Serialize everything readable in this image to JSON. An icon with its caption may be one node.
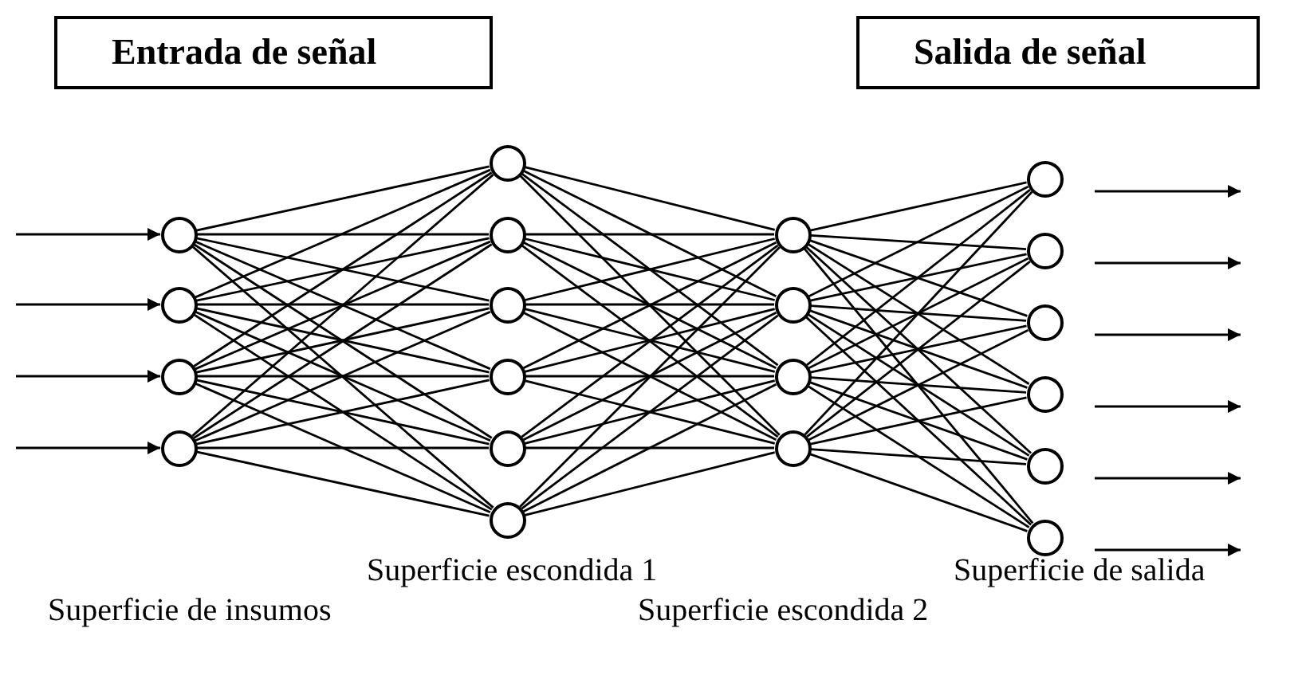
{
  "diagram": {
    "nodes": [
      {
        "text": [
          "Entrada de señal"
        ]
      },
      {
        "text": [
          "Salida de señal"
        ]
      },
      {
        "text": [],
        "shape": "circle"
      },
      {
        "text": [],
        "shape": "circle"
      },
      {
        "text": [],
        "shape": "circle"
      },
      {
        "text": [],
        "shape": "circle"
      },
      {
        "text": [],
        "shape": "circle"
      },
      {
        "text": [],
        "shape": "circle"
      },
      {
        "text": [],
        "shape": "circle"
      },
      {
        "text": [],
        "shape": "circle"
      },
      {
        "text": [],
        "shape": "circle"
      },
      {
        "text": [],
        "shape": "circle"
      },
      {
        "text": [],
        "shape": "circle"
      },
      {
        "text": [],
        "shape": "circle"
      },
      {
        "text": [],
        "shape": "circle"
      },
      {
        "text": [],
        "shape": "circle"
      },
      {
        "text": [],
        "shape": "circle"
      },
      {
        "text": [],
        "shape": "circle"
      },
      {
        "text": [],
        "shape": "circle"
      },
      {
        "text": [],
        "shape": "circle"
      },
      {
        "text": [],
        "shape": "circle"
      },
      {
        "text": [],
        "shape": "circle"
      }
    ],
    "edges": [
      {
        "from": null,
        "to": 2,
        "arrow": "to"
      },
      {
        "from": null,
        "to": 3,
        "arrow": "to"
      },
      {
        "from": null,
        "to": 4,
        "arrow": "to"
      },
      {
        "from": null,
        "to": 5,
        "arrow": "to"
      },
      {
        "from": 2,
        "to": 6,
        "arrow": "none"
      },
      {
        "from": 2,
        "to": 7,
        "arrow": "none"
      },
      {
        "from": 2,
        "to": 8,
        "arrow": "none"
      },
      {
        "from": 2,
        "to": 9,
        "arrow": "none"
      },
      {
        "from": 2,
        "to": 10,
        "arrow": "none"
      },
      {
        "from": 2,
        "to": 11,
        "arrow": "none"
      },
      {
        "from": 3,
        "to": 6,
        "arrow": "none"
      },
      {
        "from": 3,
        "to": 7,
        "arrow": "none"
      },
      {
        "from": 3,
        "to": 8,
        "arrow": "none"
      },
      {
        "from": 3,
        "to": 9,
        "arrow": "none"
      },
      {
        "from": 3,
        "to": 10,
        "arrow": "none"
      },
      {
        "from": 3,
        "to": 11,
        "arrow": "none"
      },
      {
        "from": 4,
        "to": 6,
        "arrow": "none"
      },
      {
        "from": 4,
        "to": 7,
        "arrow": "none"
      },
      {
        "from": 4,
        "to": 8,
        "arrow": "none"
      },
      {
        "from": 4,
        "to": 9,
        "arrow": "none"
      },
      {
        "from": 4,
        "to": 10,
        "arrow": "none"
      },
      {
        "from": 4,
        "to": 11,
        "arrow": "none"
      },
      {
        "from": 5,
        "to": 6,
        "arrow": "none"
      },
      {
        "from": 5,
        "to": 7,
        "arrow": "none"
      },
      {
        "from": 5,
        "to": 8,
        "arrow": "none"
      },
      {
        "from": 5,
        "to": 9,
        "arrow": "none"
      },
      {
        "from": 5,
        "to": 10,
        "arrow": "none"
      },
      {
        "from": 5,
        "to": 11,
        "arrow": "none"
      },
      {
        "from": 6,
        "to": 12,
        "arrow": "none"
      },
      {
        "from": 6,
        "to": 13,
        "arrow": "none"
      },
      {
        "from": 6,
        "to": 14,
        "arrow": "none"
      },
      {
        "from": 6,
        "to": 15,
        "arrow": "none"
      },
      {
        "from": 7,
        "to": 12,
        "arrow": "none"
      },
      {
        "from": 7,
        "to": 13,
        "arrow": "none"
      },
      {
        "from": 7,
        "to": 14,
        "arrow": "none"
      },
      {
        "from": 7,
        "to": 15,
        "arrow": "none"
      },
      {
        "from": 8,
        "to": 12,
        "arrow": "none"
      },
      {
        "from": 8,
        "to": 13,
        "arrow": "none"
      },
      {
        "from": 8,
        "to": 14,
        "arrow": "none"
      },
      {
        "from": 8,
        "to": 15,
        "arrow": "none"
      },
      {
        "from": 9,
        "to": 12,
        "arrow": "none"
      },
      {
        "from": 9,
        "to": 13,
        "arrow": "none"
      },
      {
        "from": 9,
        "to": 14,
        "arrow": "none"
      },
      {
        "from": 9,
        "to": 15,
        "arrow": "none"
      },
      {
        "from": 10,
        "to": 12,
        "arrow": "none"
      },
      {
        "from": 10,
        "to": 13,
        "arrow": "none"
      },
      {
        "from": 10,
        "to": 14,
        "arrow": "none"
      },
      {
        "from": 10,
        "to": 15,
        "arrow": "none"
      },
      {
        "from": 11,
        "to": 12,
        "arrow": "none"
      },
      {
        "from": 11,
        "to": 13,
        "arrow": "none"
      },
      {
        "from": 11,
        "to": 14,
        "arrow": "none"
      },
      {
        "from": 11,
        "to": 15,
        "arrow": "none"
      },
      {
        "from": 12,
        "to": 16,
        "arrow": "none"
      },
      {
        "from": 12,
        "to": 17,
        "arrow": "none"
      },
      {
        "from": 12,
        "to": 18,
        "arrow": "none"
      },
      {
        "from": 12,
        "to": 19,
        "arrow": "none"
      },
      {
        "from": 12,
        "to": 20,
        "arrow": "none"
      },
      {
        "from": 12,
        "to": 21,
        "arrow": "none"
      },
      {
        "from": 13,
        "to": 16,
        "arrow": "none"
      },
      {
        "from": 13,
        "to": 17,
        "arrow": "none"
      },
      {
        "from": 13,
        "to": 18,
        "arrow": "none"
      },
      {
        "from": 13,
        "to": 19,
        "arrow": "none"
      },
      {
        "from": 13,
        "to": 20,
        "arrow": "none"
      },
      {
        "from": 13,
        "to": 21,
        "arrow": "none"
      },
      {
        "from": 14,
        "to": 16,
        "arrow": "none"
      },
      {
        "from": 14,
        "to": 17,
        "arrow": "none"
      },
      {
        "from": 14,
        "to": 18,
        "arrow": "none"
      },
      {
        "from": 14,
        "to": 19,
        "arrow": "none"
      },
      {
        "from": 14,
        "to": 20,
        "arrow": "none"
      },
      {
        "from": 14,
        "to": 21,
        "arrow": "none"
      },
      {
        "from": 15,
        "to": 16,
        "arrow": "none"
      },
      {
        "from": 15,
        "to": 17,
        "arrow": "none"
      },
      {
        "from": 15,
        "to": 18,
        "arrow": "none"
      },
      {
        "from": 15,
        "to": 19,
        "arrow": "none"
      },
      {
        "from": 15,
        "to": 20,
        "arrow": "none"
      },
      {
        "from": 15,
        "to": 21,
        "arrow": "none"
      },
      {
        "from": 16,
        "to": null,
        "arrow": "to"
      },
      {
        "from": 17,
        "to": null,
        "arrow": "to"
      },
      {
        "from": 18,
        "to": null,
        "arrow": "to"
      },
      {
        "from": 19,
        "to": null,
        "arrow": "to"
      },
      {
        "from": 20,
        "to": null,
        "arrow": "to"
      },
      {
        "from": 21,
        "to": null,
        "arrow": "to"
      }
    ],
    "labels": [
      "Superficie escondida 1",
      "Superficie de salida",
      "Superficie de insumos",
      "Superficie escondida 2"
    ]
  }
}
